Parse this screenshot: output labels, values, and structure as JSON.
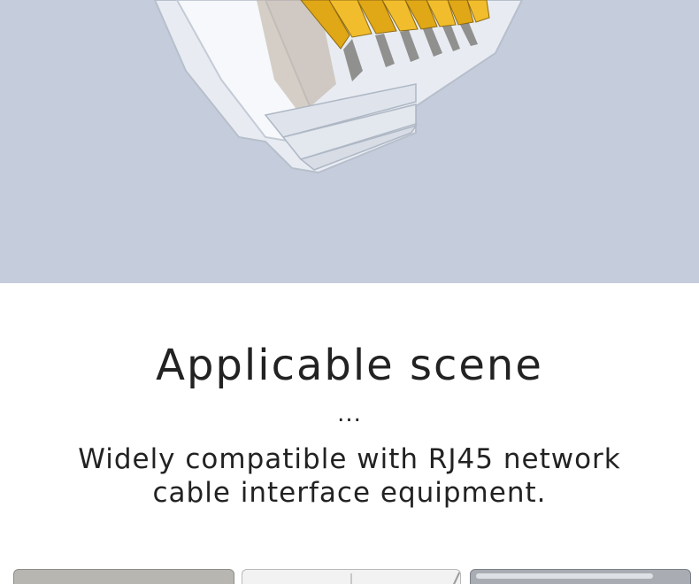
{
  "hero": {
    "image": "rj45-connector-photo",
    "background_color": "#c5ccdb"
  },
  "section": {
    "title": "Applicable scene",
    "dots": "...",
    "description": "Widely compatible with RJ45 network cable interface equipment."
  },
  "thumbnails": [
    {
      "image": "scene-photo-1"
    },
    {
      "image": "scene-photo-2"
    },
    {
      "image": "scene-photo-3"
    }
  ]
}
